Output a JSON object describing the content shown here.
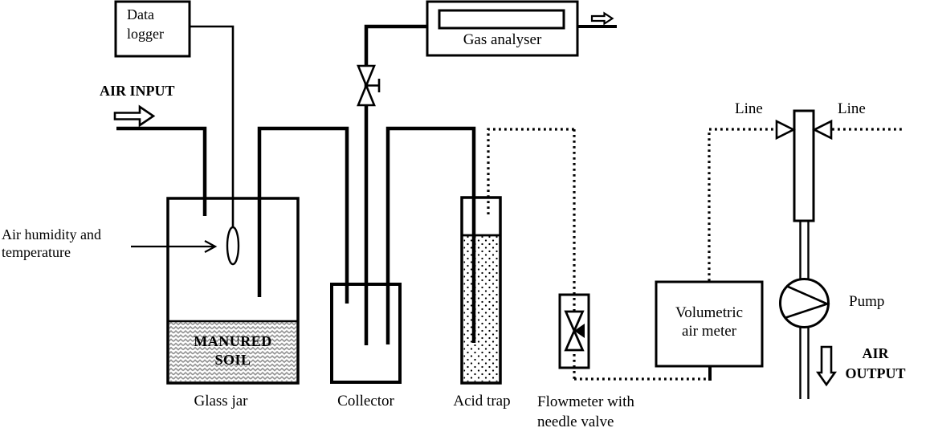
{
  "colors": {
    "ink": "#000000",
    "background": "#ffffff",
    "soil_wave_gray": "#8f8f8f"
  },
  "labels": {
    "data_logger": "Data\nlogger",
    "air_input": "AIR INPUT",
    "air_humidity": "Air humidity and\ntemperature",
    "gas_analyser": "Gas analyser",
    "manured_soil": "MANURED\nSOIL",
    "glass_jar": "Glass jar",
    "collector": "Collector",
    "acid_trap": "Acid trap",
    "flowmeter": "Flowmeter with\nneedle valve",
    "volumetric_air_meter": "Volumetric\nair meter",
    "line_left": "Line",
    "line_right": "Line",
    "pump": "Pump",
    "air_output": "AIR\nOUTPUT"
  },
  "icons": {
    "air_input_arrow": "hollow-right-arrow",
    "gas_analyser_output_arrow": "hollow-right-arrow",
    "air_output_arrow": "hollow-down-arrow",
    "humidity_pointer": "thin-right-arrow",
    "control_valve": "bowtie-valve-with-stem",
    "needle_valve": "bowtie-valve-with-solid-pointer",
    "pump_inlet_valve_left": "hollow-right-triangle-valve",
    "pump_inlet_valve_right": "hollow-left-triangle-valve",
    "pump_symbol": "circle-with-chevron",
    "humidity_sensor_probe": "ellipse-probe"
  }
}
